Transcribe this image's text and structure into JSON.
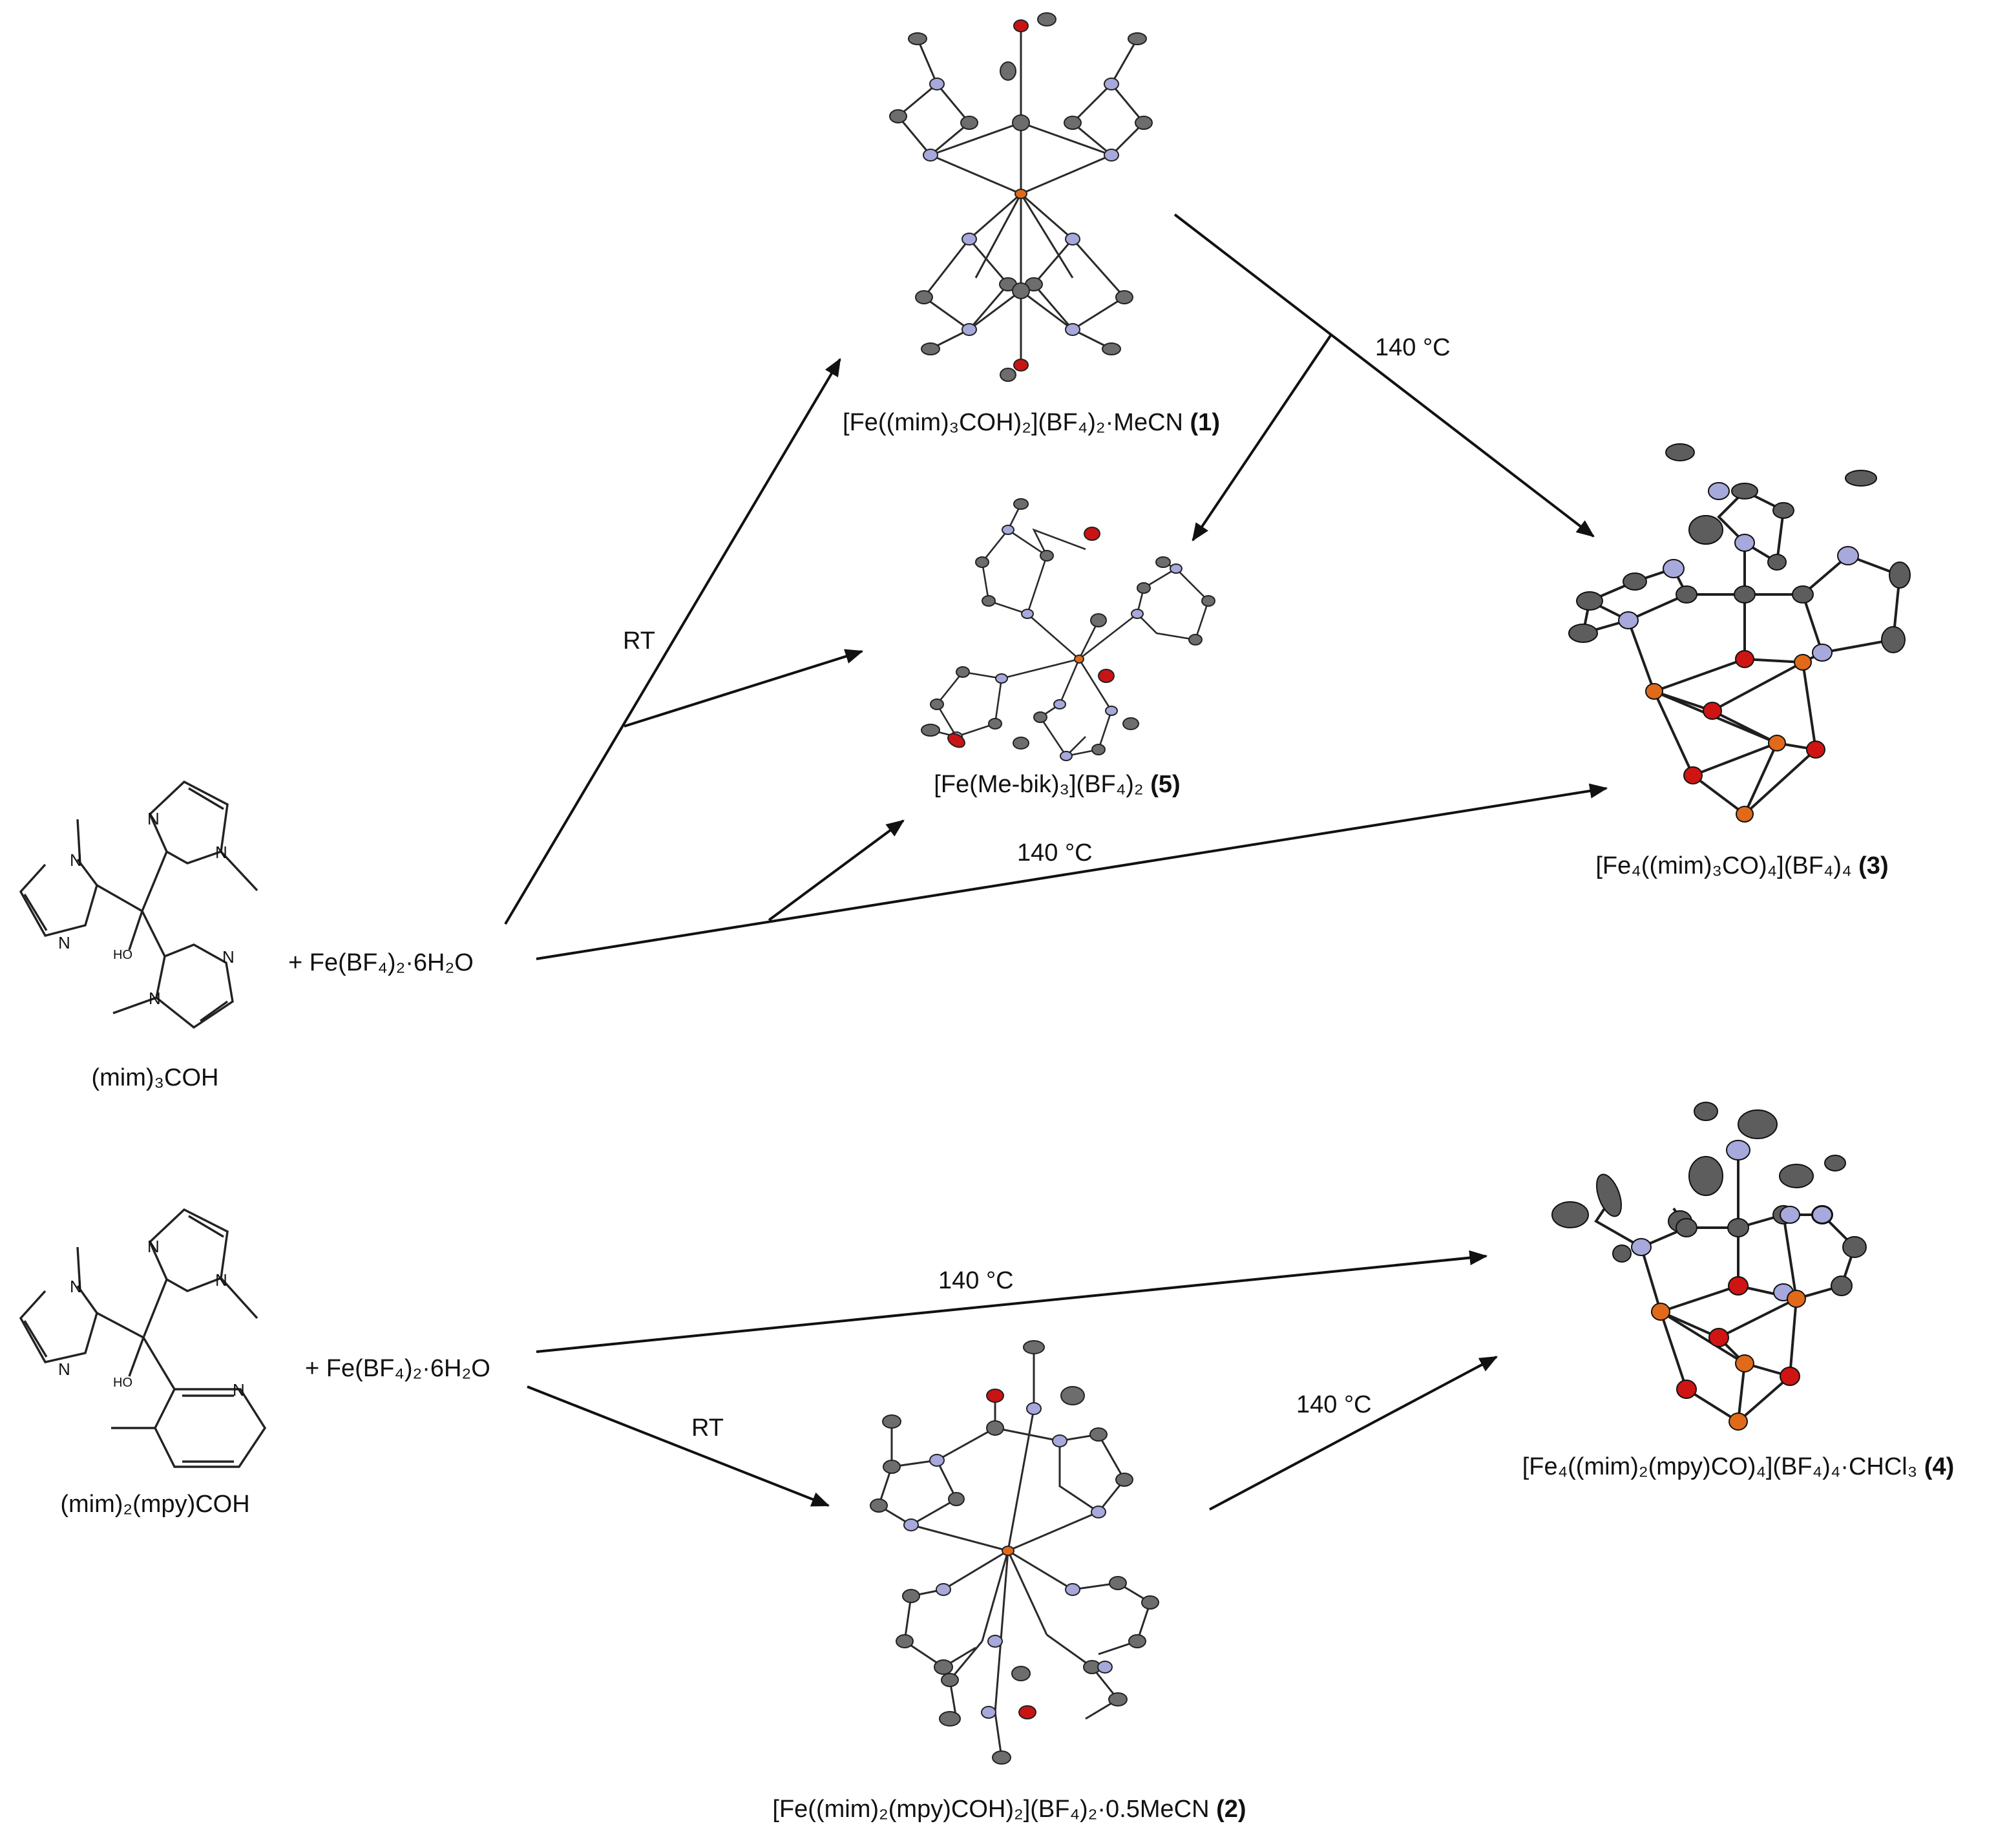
{
  "colors": {
    "carbon": "#6d6d6d",
    "nitrogen": "#a7a9dc",
    "oxygen": "#c81414",
    "iron": "#e06a1a",
    "ink": "#111111"
  },
  "reagents": {
    "ligand1": "(mim)₃COH",
    "ligand2": "(mim)₂(mpy)COH",
    "salt1": "+ Fe(BF₄)₂·6H₂O",
    "salt2": "+ Fe(BF₄)₂·6H₂O",
    "atom_N": "N",
    "atom_HO": "HO"
  },
  "conditions": {
    "rt_upper": "RT",
    "rt_lower": "RT",
    "heat_1_to_3": "140 °C",
    "heat_direct_3": "140 °C",
    "heat_direct_4": "140 °C",
    "heat_2_to_4": "140 °C"
  },
  "products": {
    "c1": {
      "formula": "[Fe((mim)₃COH)₂](BF₄)₂·MeCN",
      "number": "(1)"
    },
    "c5": {
      "formula": "[Fe(Me-bik)₃](BF₄)₂",
      "number": "(5)"
    },
    "c3": {
      "formula": "[Fe₄((mim)₃CO)₄](BF₄)₄",
      "number": "(3)"
    },
    "c4": {
      "formula": "[Fe₄((mim)₂(mpy)CO)₄](BF₄)₄·CHCl₃",
      "number": "(4)"
    },
    "c2": {
      "formula": "[Fe((mim)₂(mpy)COH)₂](BF₄)₂·0.5MeCN",
      "number": "(2)"
    }
  }
}
